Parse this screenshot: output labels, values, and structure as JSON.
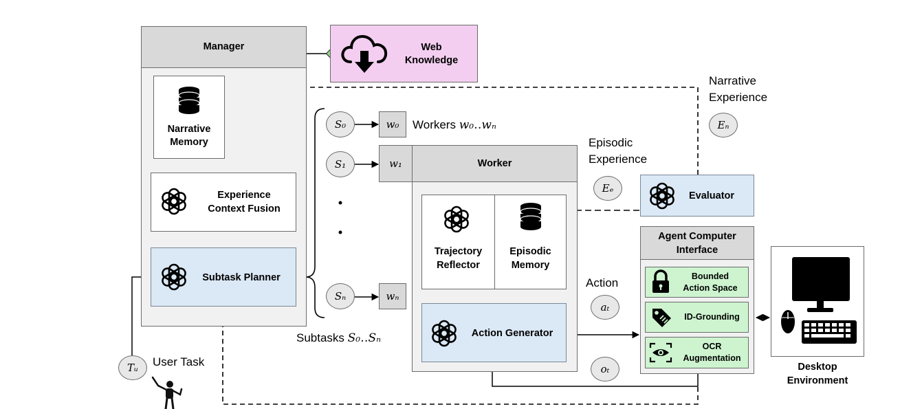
{
  "manager": {
    "title": "Manager"
  },
  "web_knowledge": {
    "line1": "Web",
    "line2": "Knowledge"
  },
  "narrative_memory": {
    "line1": "Narrative",
    "line2": "Memory"
  },
  "fusion": {
    "line1": "Experience",
    "line2": "Context Fusion"
  },
  "subtask_planner": {
    "label": "Subtask Planner"
  },
  "worker": {
    "title": "Worker"
  },
  "trajectory_reflector": {
    "line1": "Trajectory",
    "line2": "Reflector"
  },
  "episodic_memory": {
    "line1": "Episodic",
    "line2": "Memory"
  },
  "action_generator": {
    "label": "Action Generator"
  },
  "evaluator": {
    "label": "Evaluator"
  },
  "aci": {
    "title_line1": "Agent Computer",
    "title_line2": "Interface",
    "items": [
      {
        "line1": "Bounded",
        "line2": "Action Space"
      },
      {
        "line1": "ID-Grounding",
        "line2": ""
      },
      {
        "line1": "OCR",
        "line2": "Augmentation"
      }
    ]
  },
  "desktop": {
    "line1": "Desktop",
    "line2": "Environment"
  },
  "annotations": {
    "narrative_exp_line1": "Narrative",
    "narrative_exp_line2": "Experience",
    "episodic_exp_line1": "Episodic",
    "episodic_exp_line2": "Experience",
    "action": "Action",
    "user_task": "User Task",
    "workers_prefix": "Workers ",
    "workers_math": "w₀‥wₙ",
    "subtasks_prefix": "Subtasks ",
    "subtasks_math": "S₀‥Sₙ"
  },
  "symbols": {
    "s0": "S₀",
    "s1": "S₁",
    "sn": "Sₙ",
    "w0": "w₀",
    "w1": "w₁",
    "wn": "wₙ",
    "en": "Eₙ",
    "ee": "Eₑ",
    "at": "aₜ",
    "ot": "oₜ",
    "tu": "Tᵤ"
  },
  "colors": {
    "header_gray": "#d9d9d9",
    "panel_gray": "#f1f1f1",
    "planner_blue": "#dbe8f5",
    "web_pink": "#f3cef0",
    "aci_green": "#cdf4cf",
    "connector_diamond": "#8fd18f"
  },
  "icons": {
    "web": "cloud-download-icon",
    "memory": "database-icon",
    "llm": "openai-knot-icon",
    "lock": "lock-icon",
    "tag": "tag-icon",
    "ocr": "eye-scan-icon",
    "desktop": "desktop-computer-icon",
    "user": "person-icon"
  }
}
